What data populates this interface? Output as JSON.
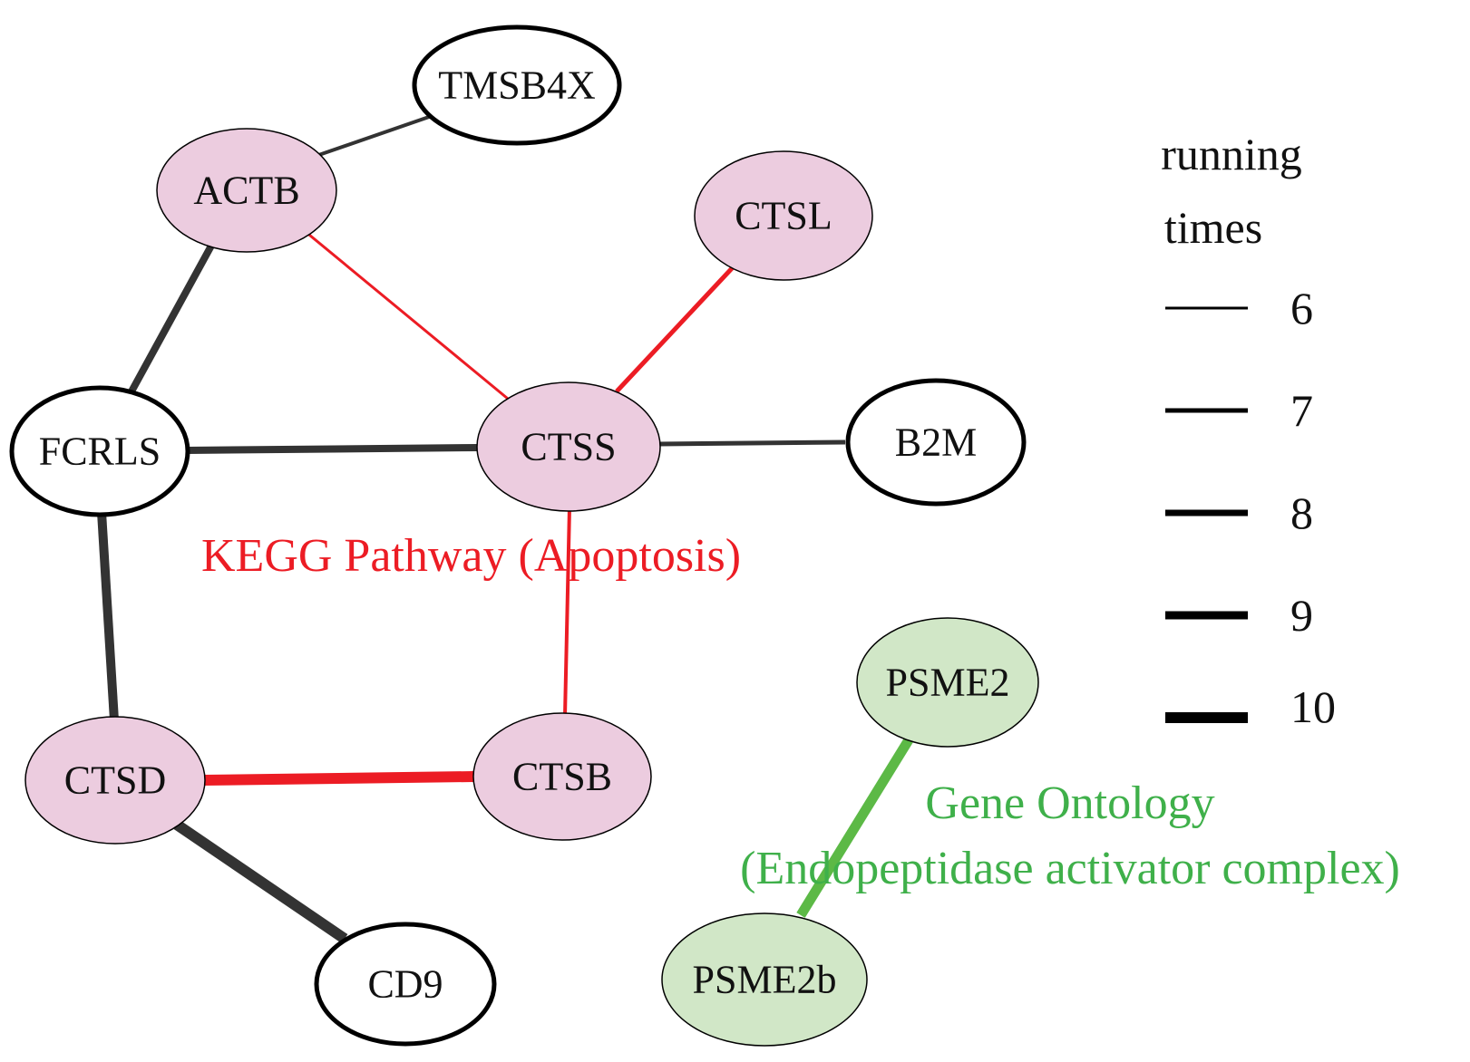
{
  "colors": {
    "pathway_fill": "#ecccdf",
    "go_fill": "#d1e7c7",
    "plain_fill": "#ffffff",
    "node_stroke": "#000000",
    "edge_gray": "#333333",
    "edge_red": "#ec1c24",
    "edge_green": "#5cb946",
    "kegg_text": "#ec1c24",
    "go_text": "#3fb04a"
  },
  "nodes": {
    "tmsb4x": "TMSB4X",
    "actb": "ACTB",
    "ctsl": "CTSL",
    "fcrls": "FCRLS",
    "ctss": "CTSS",
    "b2m": "B2M",
    "ctsd": "CTSD",
    "ctsb": "CTSB",
    "cd9": "CD9",
    "psme2": "PSME2",
    "psme2b": "PSME2b"
  },
  "edges": [
    {
      "source": "ACTB",
      "target": "TMSB4X",
      "running_times": 6,
      "group": "none"
    },
    {
      "source": "ACTB",
      "target": "FCRLS",
      "running_times": 8,
      "group": "none"
    },
    {
      "source": "ACTB",
      "target": "CTSS",
      "running_times": 6,
      "group": "KEGG"
    },
    {
      "source": "CTSL",
      "target": "CTSS",
      "running_times": 7,
      "group": "KEGG"
    },
    {
      "source": "FCRLS",
      "target": "CTSS",
      "running_times": 8,
      "group": "none"
    },
    {
      "source": "CTSS",
      "target": "B2M",
      "running_times": 7,
      "group": "none"
    },
    {
      "source": "CTSS",
      "target": "CTSB",
      "running_times": 6,
      "group": "KEGG"
    },
    {
      "source": "FCRLS",
      "target": "CTSD",
      "running_times": 9,
      "group": "none"
    },
    {
      "source": "CTSD",
      "target": "CTSB",
      "running_times": 10,
      "group": "KEGG"
    },
    {
      "source": "CTSD",
      "target": "CD9",
      "running_times": 10,
      "group": "none"
    },
    {
      "source": "PSME2",
      "target": "PSME2b",
      "running_times": 10,
      "group": "GO"
    }
  ],
  "annotations": {
    "kegg": "KEGG Pathway (Apoptosis)",
    "go_line1": "Gene Ontology",
    "go_line2": "(Endopeptidase activator complex)"
  },
  "legend": {
    "title_line1": "running",
    "title_line2": "times",
    "items": [
      "6",
      "7",
      "8",
      "9",
      "10"
    ]
  }
}
